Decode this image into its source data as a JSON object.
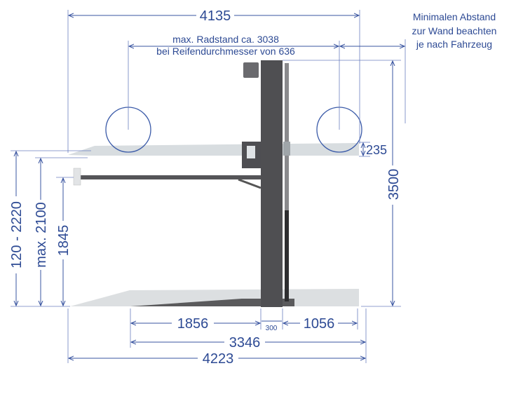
{
  "colors": {
    "dimension": "#3a55a0",
    "column": "#4f4f52",
    "platform": "#d8dde0"
  },
  "dimensions": {
    "total_length_top": "4135",
    "wheelbase_line1": "max. Radstand ca. 3038",
    "wheelbase_line2": "bei Reifendurchmesser von 636",
    "wall_note": [
      "Minimalen Abstand",
      "zur Wand beachten",
      "je nach Fahrzeug"
    ],
    "height_total": "3500",
    "platform_thickness": "235",
    "upper_height_range": "120 - 2220",
    "max_height": "max. 2100",
    "arm_height": "1845",
    "left_depth": "1856",
    "column_width": "300",
    "right_depth": "1056",
    "base_length": "3346",
    "total_length_bottom": "4223"
  }
}
